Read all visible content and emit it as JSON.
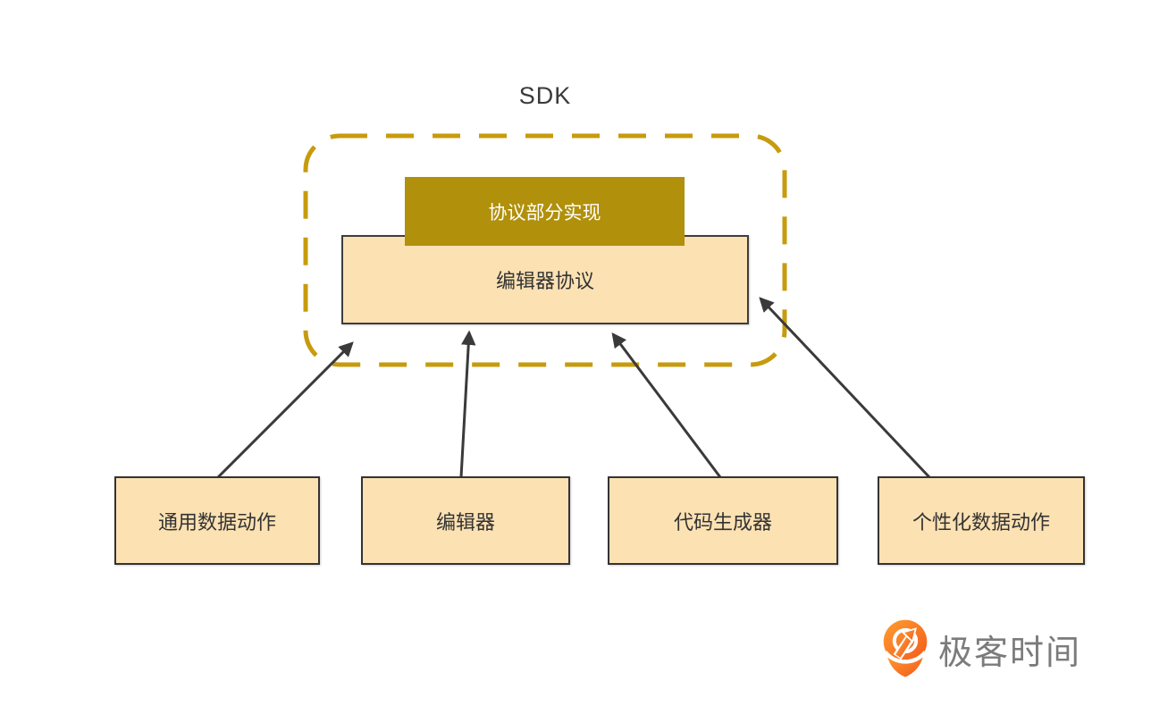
{
  "diagram": {
    "title": "SDK",
    "sdk_container": {
      "name": "SDK",
      "impl_label": "协议部分实现",
      "protocol_label": "编辑器协议"
    },
    "modules": [
      {
        "label": "通用数据动作"
      },
      {
        "label": "编辑器"
      },
      {
        "label": "代码生成器"
      },
      {
        "label": "个性化数据动作"
      }
    ],
    "arrows": [
      {
        "from": "通用数据动作",
        "to": "编辑器协议"
      },
      {
        "from": "编辑器",
        "to": "编辑器协议"
      },
      {
        "from": "代码生成器",
        "to": "编辑器协议"
      },
      {
        "from": "个性化数据动作",
        "to": "编辑器协议"
      }
    ],
    "colors": {
      "dashed_border": "#C79B0E",
      "impl_box_fill": "#B1900B",
      "impl_box_text": "#FFFFFF",
      "light_box_fill": "#FCE1B3",
      "box_border": "#333333",
      "arrow": "#3A3A3A",
      "title_text": "#3A3A3A"
    }
  },
  "logo": {
    "text": "极客时间",
    "icon": "geektime-logo-icon",
    "icon_color": "#F97318",
    "icon_color_light": "#FF9E30",
    "text_color": "#7B7B7B"
  }
}
